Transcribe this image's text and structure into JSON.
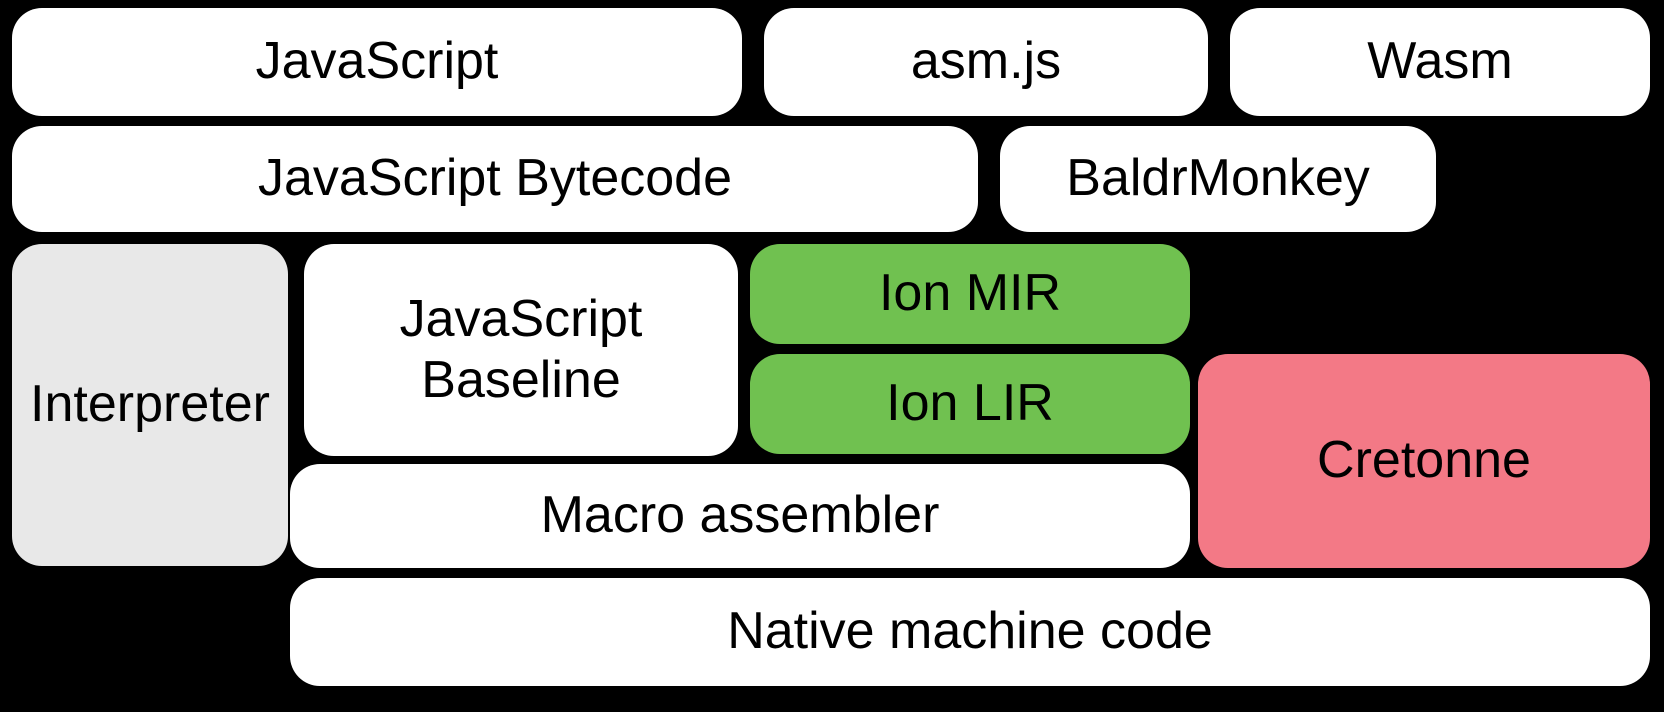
{
  "colors": {
    "background": "#000000",
    "box_default": "#ffffff",
    "box_interpreter": "#e8e8e8",
    "box_ion": "#70c150",
    "box_cretonne": "#f37986",
    "text": "#000000"
  },
  "nodes": {
    "javascript": {
      "label": "JavaScript"
    },
    "asm_js": {
      "label": "asm.js"
    },
    "wasm": {
      "label": "Wasm"
    },
    "javascript_bytecode": {
      "label": "JavaScript Bytecode"
    },
    "baldrmonkey": {
      "label": "BaldrMonkey"
    },
    "interpreter": {
      "label": "Interpreter"
    },
    "javascript_baseline": {
      "lines": [
        "JavaScript",
        "Baseline"
      ]
    },
    "ion_mir": {
      "label": "Ion MIR"
    },
    "ion_lir": {
      "label": "Ion LIR"
    },
    "cretonne": {
      "label": "Cretonne"
    },
    "macro_assembler": {
      "label": "Macro assembler"
    },
    "native_machine_code": {
      "label": "Native machine code"
    }
  }
}
